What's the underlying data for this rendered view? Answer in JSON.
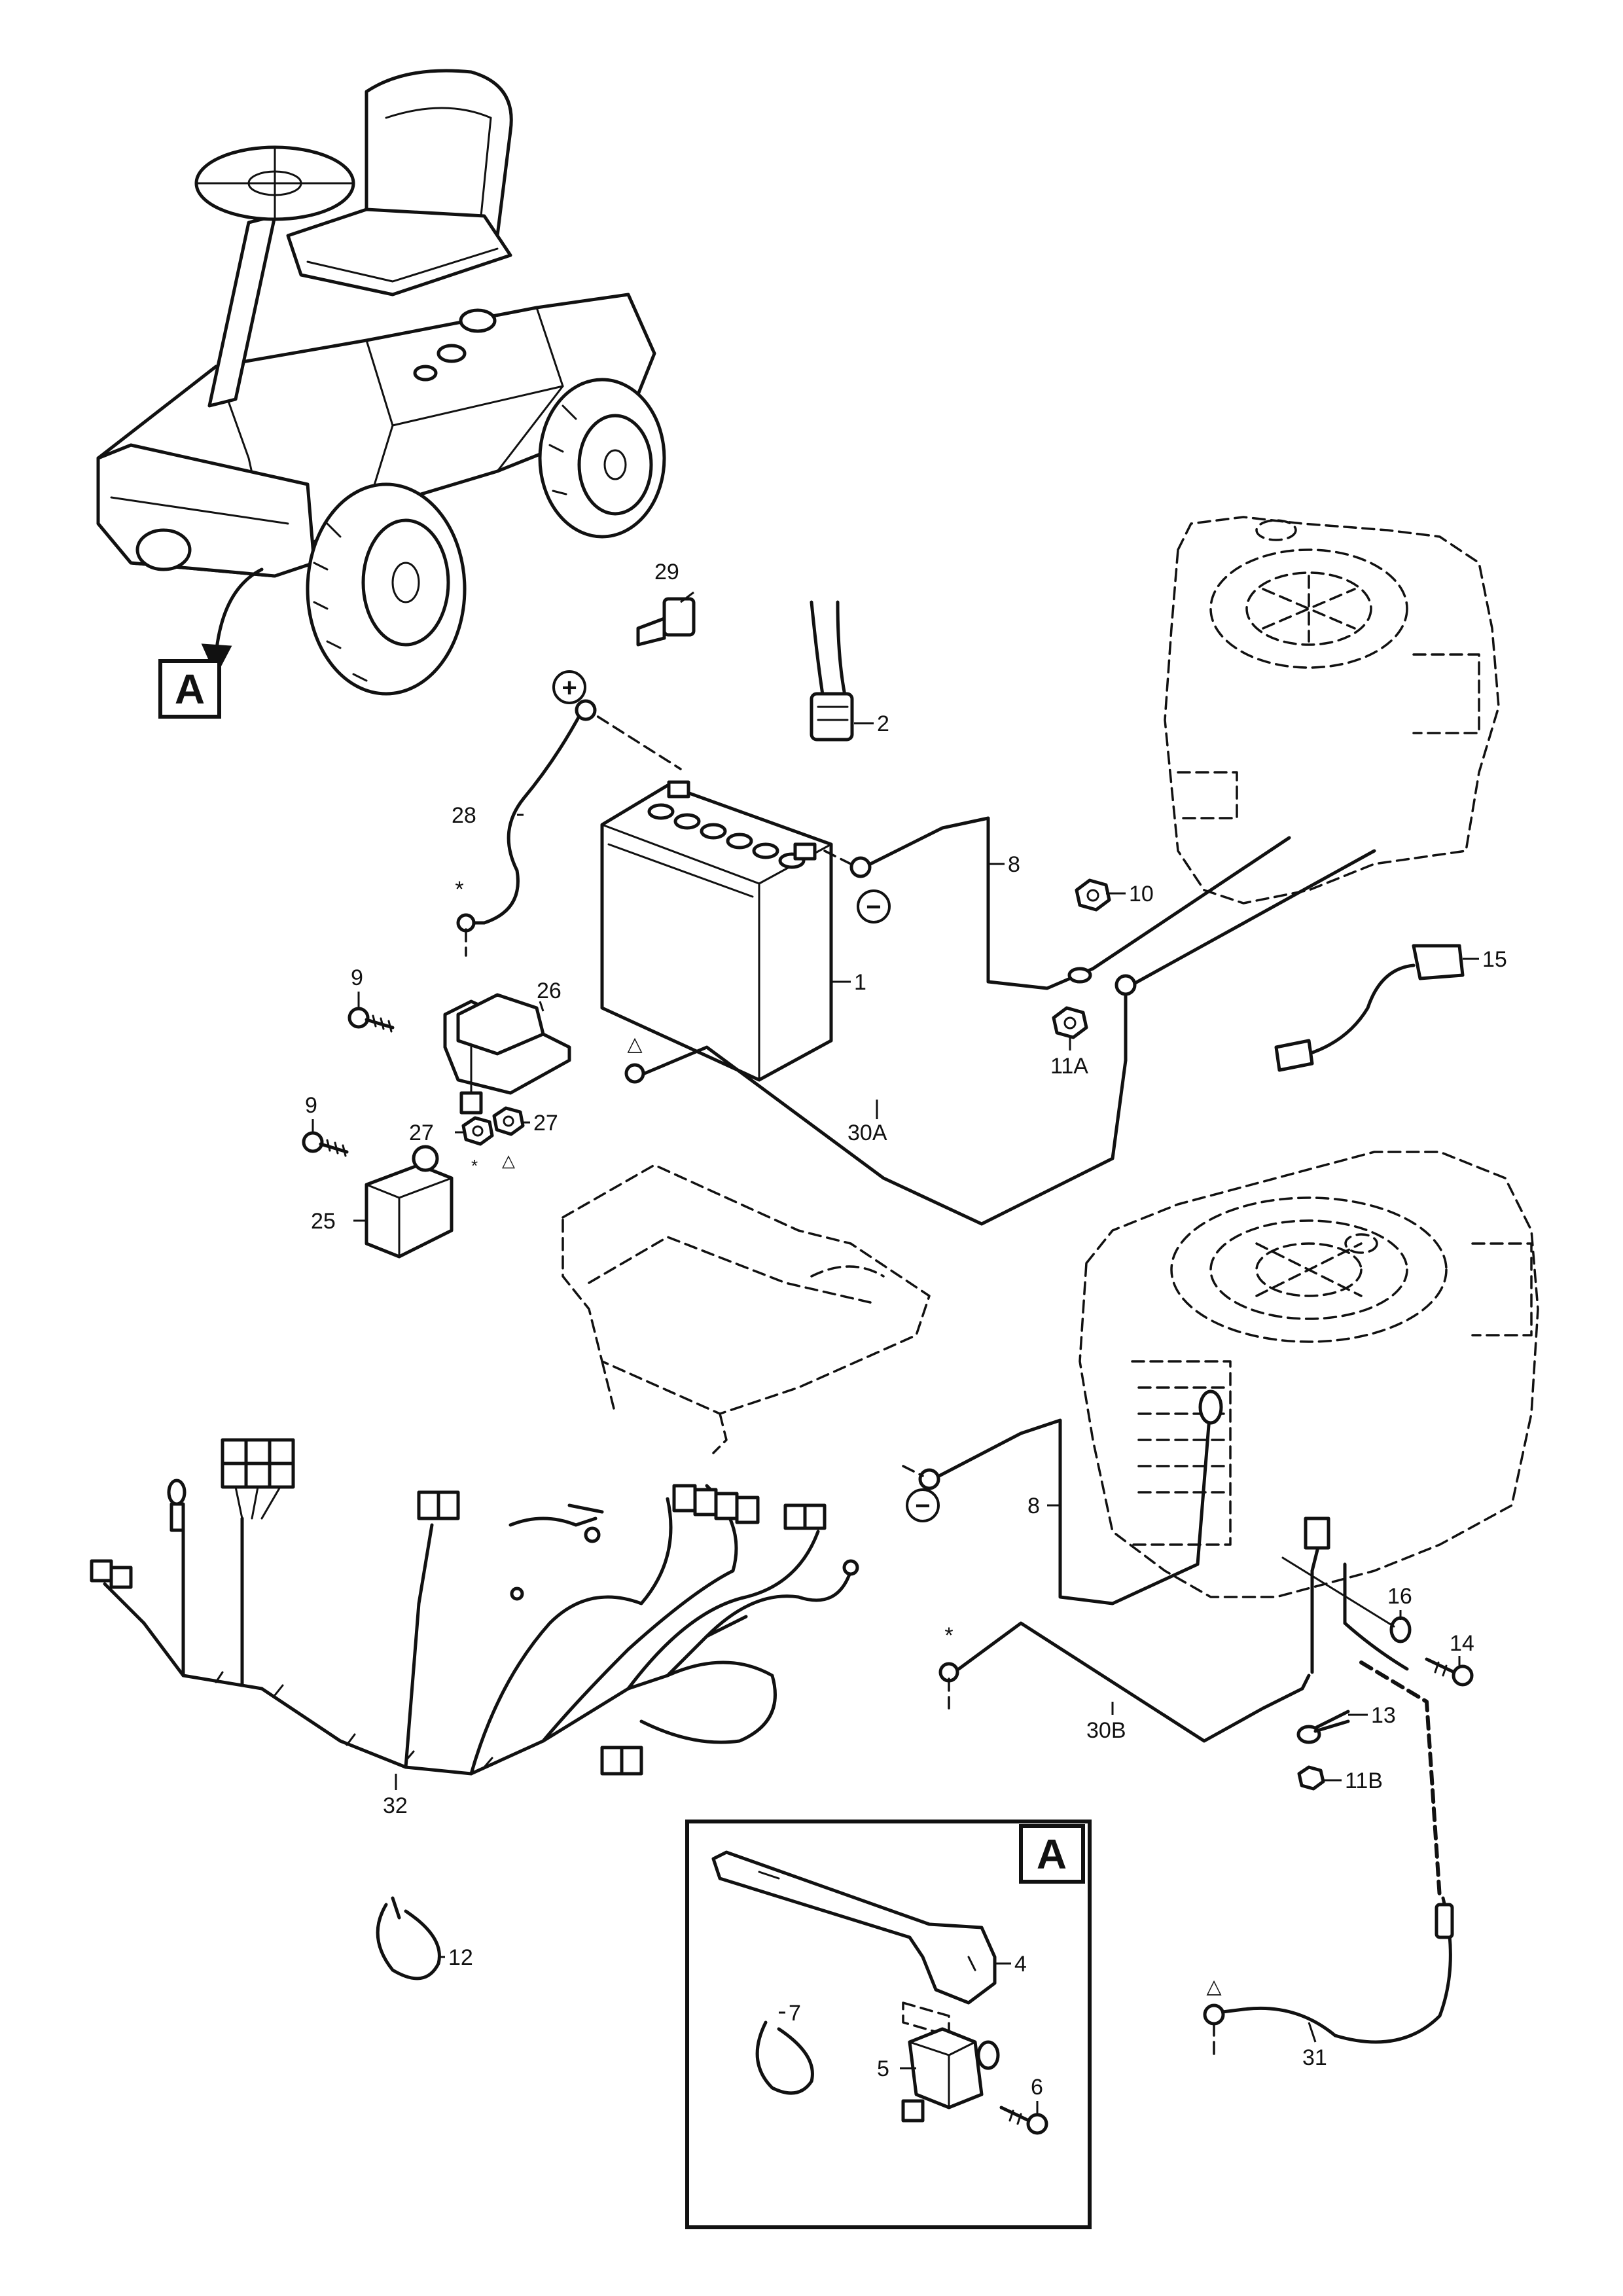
{
  "callouts": {
    "p1": "1",
    "p2": "2",
    "p4": "4",
    "p5": "5",
    "p6": "6",
    "p7": "7",
    "p8a": "8",
    "p8b": "8",
    "p9a": "9",
    "p9b": "9",
    "p10": "10",
    "p11a": "11A",
    "p11b": "11B",
    "p12": "12",
    "p13": "13",
    "p14": "14",
    "p15": "15",
    "p16": "16",
    "p25": "25",
    "p26": "26",
    "p27a": "27",
    "p27b": "27",
    "p28": "28",
    "p29": "29",
    "p30a": "30A",
    "p30b": "30B",
    "p31": "31",
    "p32": "32"
  },
  "symbols": {
    "plus": "+",
    "minus": "−",
    "asterisk": "*",
    "triangle": "△"
  },
  "detail": {
    "ref_label": "A",
    "inset_label": "A"
  }
}
